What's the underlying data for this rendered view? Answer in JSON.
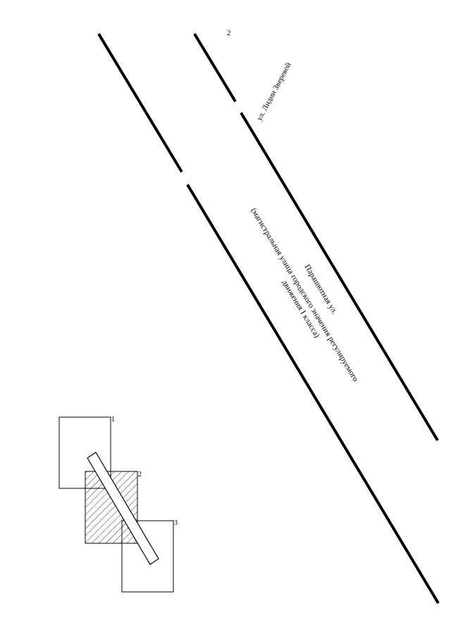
{
  "page_number": "2",
  "streets": {
    "lidii_zverevoy": "ул. Лидии Зверевой",
    "parashyutnaya_line1": "Парашютная ул.",
    "parashyutnaya_line2": "(магистральная улица городского значения регулируемого",
    "parashyutnaya_line3": "движения  I класса)"
  },
  "plots": [
    {
      "label": "1"
    },
    {
      "label": "2"
    },
    {
      "label": "3"
    }
  ]
}
